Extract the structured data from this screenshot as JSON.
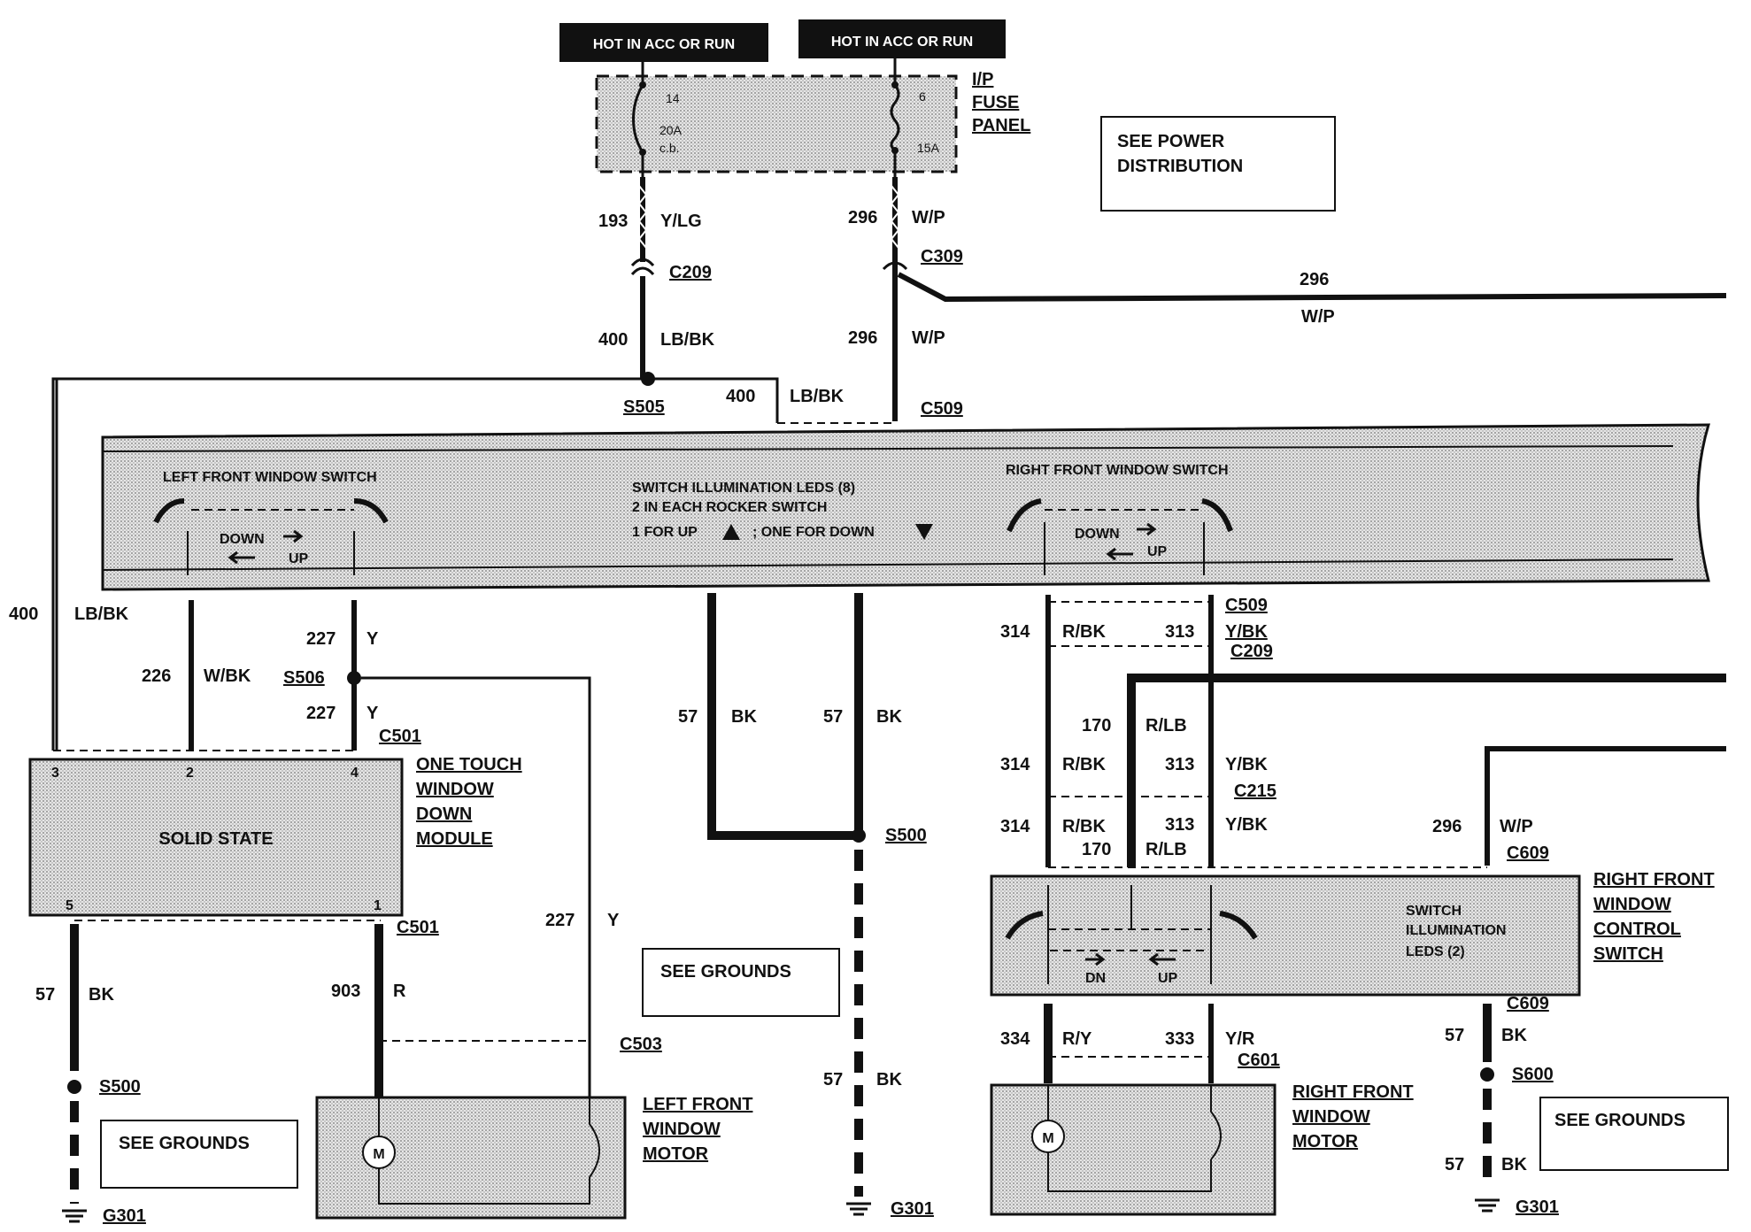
{
  "top_labels": [
    "HOT IN ACC OR RUN",
    "HOT IN ACC OR RUN"
  ],
  "fuse_panel": {
    "title_lines": [
      "I/P",
      "FUSE",
      "PANEL"
    ],
    "left_fuse": {
      "number": "14",
      "rating": "20A",
      "type": "c.b."
    },
    "right_fuse": {
      "number": "6",
      "rating": "15A"
    }
  },
  "see_power": [
    "SEE POWER",
    "DISTRIBUTION"
  ],
  "see_grounds": "SEE GROUNDS",
  "connectors": {
    "c209": "C209",
    "c309": "C309",
    "s505": "S505",
    "c509": "C509",
    "s506": "S506",
    "c501": "C501",
    "c503": "C503",
    "s500": "S500",
    "g301": "G301",
    "c215": "C215",
    "c609": "C609",
    "c601": "C601",
    "s600": "S600"
  },
  "wires": {
    "w193": {
      "num": "193",
      "color": "Y/LG"
    },
    "w296": {
      "num": "296",
      "color": "W/P"
    },
    "w400": {
      "num": "400",
      "color": "LB/BK"
    },
    "w226": {
      "num": "226",
      "color": "W/BK"
    },
    "w227": {
      "num": "227",
      "color": "Y"
    },
    "w57": {
      "num": "57",
      "color": "BK"
    },
    "w903": {
      "num": "903",
      "color": "R"
    },
    "w314": {
      "num": "314",
      "color": "R/BK"
    },
    "w313": {
      "num": "313",
      "color": "Y/BK"
    },
    "w170": {
      "num": "170",
      "color": "R/LB"
    },
    "w334": {
      "num": "334",
      "color": "R/Y"
    },
    "w333": {
      "num": "333",
      "color": "Y/R"
    }
  },
  "main_panel": {
    "left_switch": "LEFT FRONT  WINDOW SWITCH",
    "right_switch": "RIGHT FRONT  WINDOW SWITCH",
    "leds": [
      "SWITCH ILLUMINATION LEDS (8)",
      "2 IN EACH ROCKER SWITCH",
      "1 FOR UP",
      "; ONE FOR DOWN"
    ],
    "down": "DOWN",
    "up": "UP"
  },
  "module": {
    "title_lines": [
      "ONE TOUCH",
      "WINDOW",
      "DOWN",
      "MODULE"
    ],
    "body": "SOLID STATE",
    "pins": [
      "3",
      "2",
      "4",
      "5",
      "1"
    ]
  },
  "left_motor": [
    "LEFT FRONT",
    "WINDOW",
    "MOTOR"
  ],
  "right_motor": [
    "RIGHT FRONT",
    "WINDOW",
    "MOTOR"
  ],
  "right_switch": {
    "title_lines": [
      "RIGHT FRONT",
      "WINDOW",
      "CONTROL",
      "SWITCH"
    ],
    "leds": [
      "SWITCH",
      "ILLUMINATION",
      "LEDS (2)"
    ],
    "dn": "DN",
    "up": "UP"
  },
  "motor_symbol": "M"
}
